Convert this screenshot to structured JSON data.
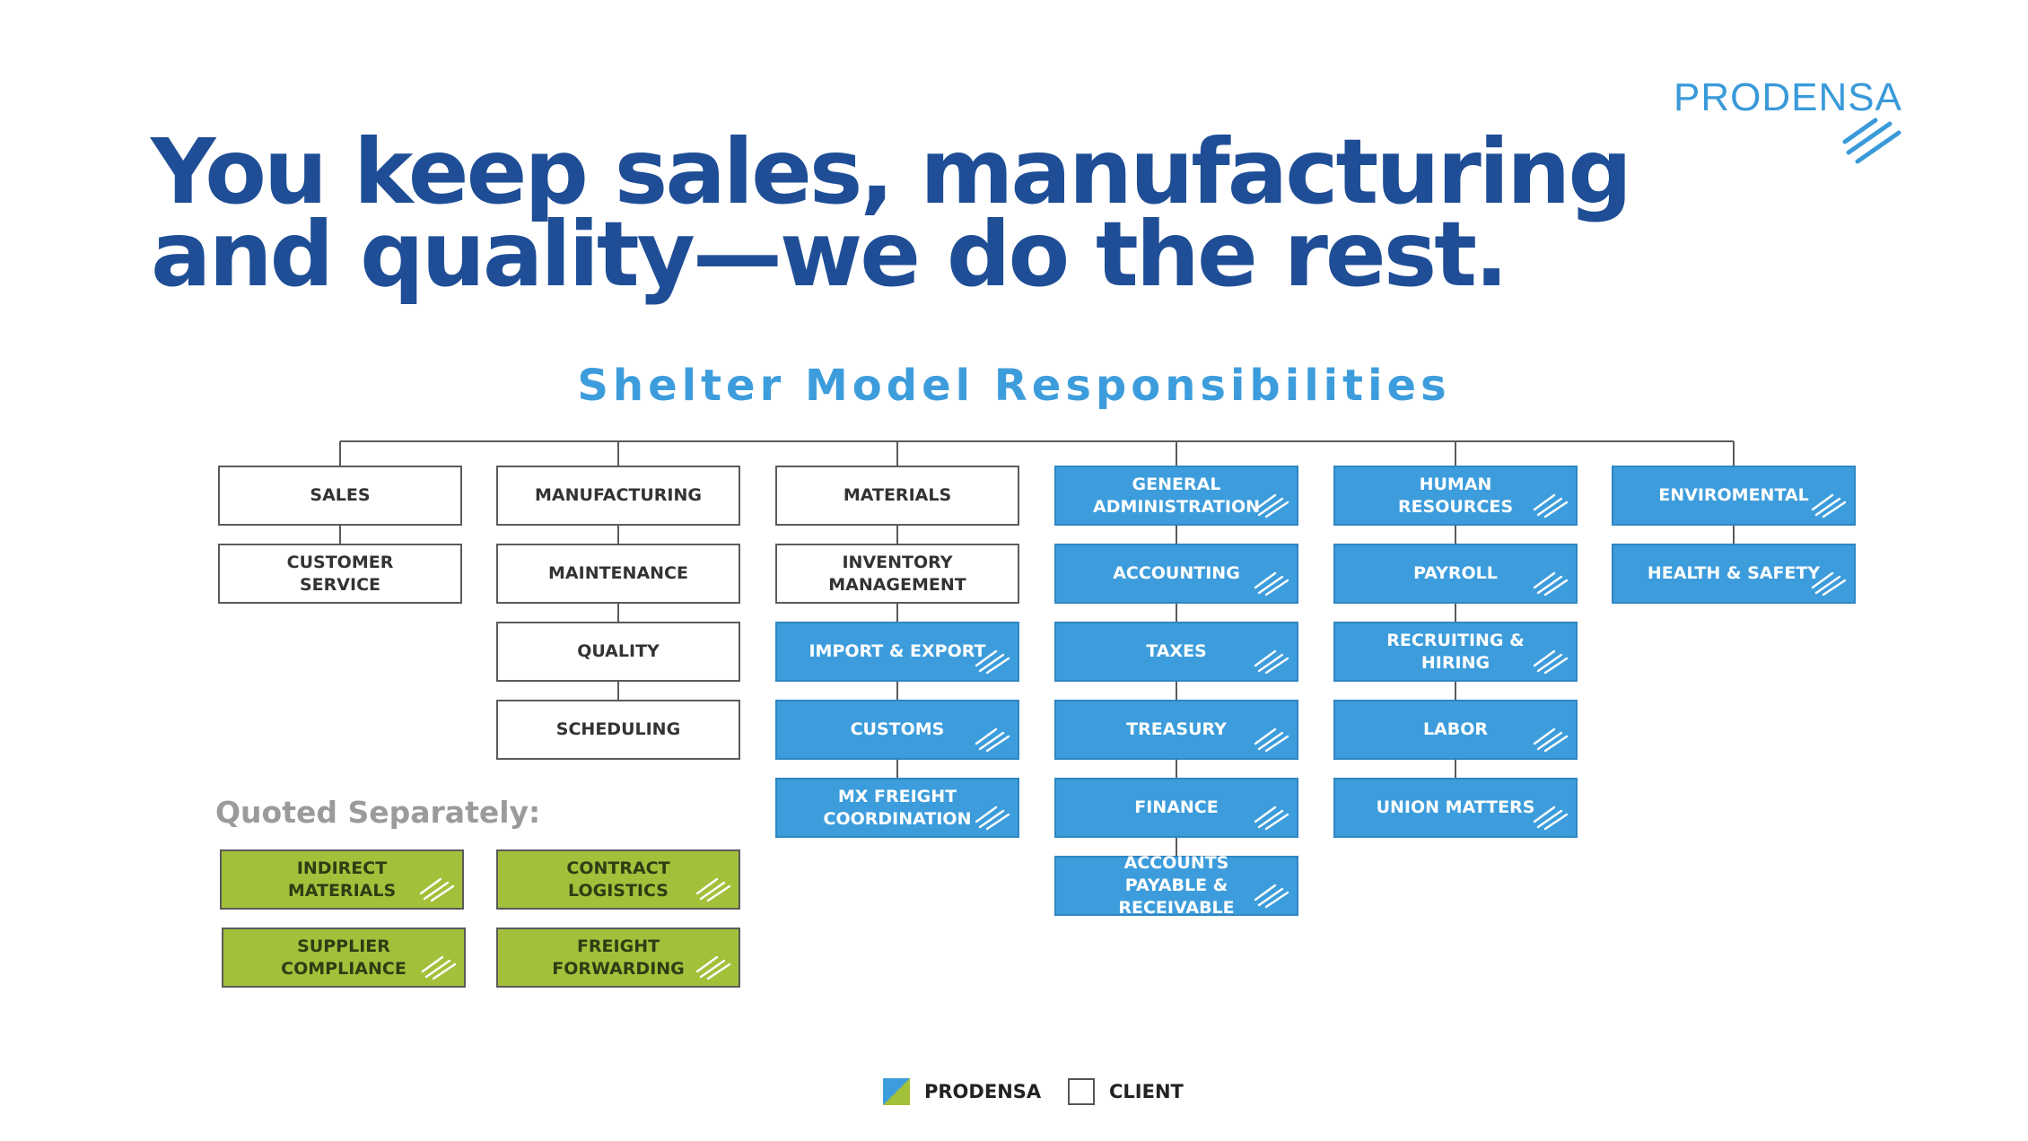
{
  "brand": {
    "logo_text": "PRODENSA"
  },
  "headline": {
    "line1": "You keep sales, manufacturing",
    "line2": "and quality—we do the rest."
  },
  "diagram_title": "Shelter Model Responsibilities",
  "columns": [
    {
      "head": {
        "label": "SALES",
        "owner": "client"
      },
      "children": [
        {
          "label": "CUSTOMER SERVICE",
          "owner": "client"
        }
      ]
    },
    {
      "head": {
        "label": "MANUFACTURING",
        "owner": "client"
      },
      "children": [
        {
          "label": "MAINTENANCE",
          "owner": "client"
        },
        {
          "label": "QUALITY",
          "owner": "client"
        },
        {
          "label": "SCHEDULING",
          "owner": "client"
        }
      ]
    },
    {
      "head": {
        "label": "MATERIALS",
        "owner": "client"
      },
      "children": [
        {
          "label": "INVENTORY MANAGEMENT",
          "owner": "client"
        },
        {
          "label": "IMPORT & EXPORT",
          "owner": "prodensa"
        },
        {
          "label": "CUSTOMS",
          "owner": "prodensa"
        },
        {
          "label": "MX FREIGHT COORDINATION",
          "owner": "prodensa"
        }
      ]
    },
    {
      "head": {
        "label": "GENERAL ADMINISTRATION",
        "owner": "prodensa"
      },
      "children": [
        {
          "label": "ACCOUNTING",
          "owner": "prodensa"
        },
        {
          "label": "TAXES",
          "owner": "prodensa"
        },
        {
          "label": "TREASURY",
          "owner": "prodensa"
        },
        {
          "label": "FINANCE",
          "owner": "prodensa"
        },
        {
          "label": "ACCOUNTS PAYABLE & RECEIVABLE",
          "owner": "prodensa"
        }
      ]
    },
    {
      "head": {
        "label": "HUMAN RESOURCES",
        "owner": "prodensa"
      },
      "children": [
        {
          "label": "PAYROLL",
          "owner": "prodensa"
        },
        {
          "label": "RECRUITING & HIRING",
          "owner": "prodensa"
        },
        {
          "label": "LABOR",
          "owner": "prodensa"
        },
        {
          "label": "UNION MATTERS",
          "owner": "prodensa"
        }
      ]
    },
    {
      "head": {
        "label": "ENVIROMENTAL",
        "owner": "prodensa"
      },
      "children": [
        {
          "label": "HEALTH & SAFETY",
          "owner": "prodensa"
        }
      ]
    }
  ],
  "quoted_separately": {
    "label": "Quoted Separately:",
    "items": [
      {
        "label": "INDIRECT MATERIALS"
      },
      {
        "label": "CONTRACT LOGISTICS"
      },
      {
        "label": "SUPPLIER COMPLIANCE"
      },
      {
        "label": "FREIGHT FORWARDING"
      }
    ]
  },
  "legend": {
    "prodensa_label": "PRODENSA",
    "client_label": "CLIENT"
  },
  "colors": {
    "prodensa_blue": "#3d9ddc",
    "headline_blue": "#1f4e96",
    "quoted_green": "#a3c03b",
    "client_border": "#5b5b5b"
  }
}
